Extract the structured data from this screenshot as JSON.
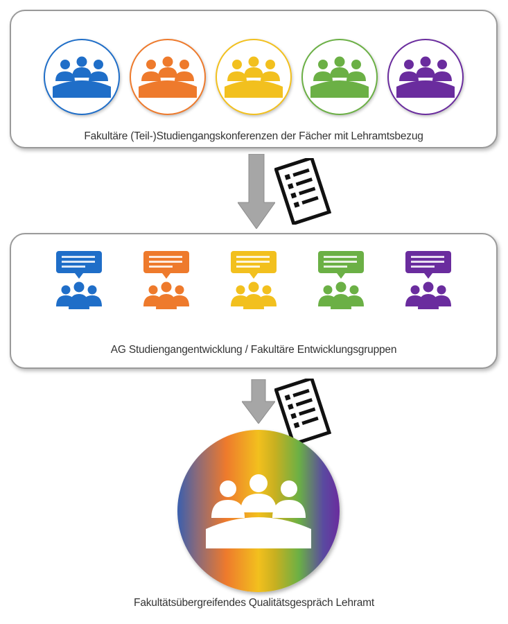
{
  "colors": {
    "blue": "#1f6ec8",
    "orange": "#ee7a2c",
    "yellow": "#f2c01e",
    "green": "#6bb045",
    "purple": "#6a2c9e",
    "arrow": "#a6a6a6"
  },
  "top_panel": {
    "label": "Fakultäre (Teil-)Studiengangskonferenzen der Fächer mit Lehramtsbezug",
    "icons": [
      "meeting-group-icon",
      "meeting-group-icon",
      "meeting-group-icon",
      "meeting-group-icon",
      "meeting-group-icon"
    ]
  },
  "middle_panel": {
    "label": "AG Studiengangentwicklung / Fakultäre Entwicklungsgruppen",
    "icons": [
      "discussion-group-icon",
      "discussion-group-icon",
      "discussion-group-icon",
      "discussion-group-icon",
      "discussion-group-icon"
    ]
  },
  "bottom": {
    "label": "Fakultätsübergreifendes Qualitätsgespräch Lehramt",
    "icon": "meeting-group-icon"
  }
}
